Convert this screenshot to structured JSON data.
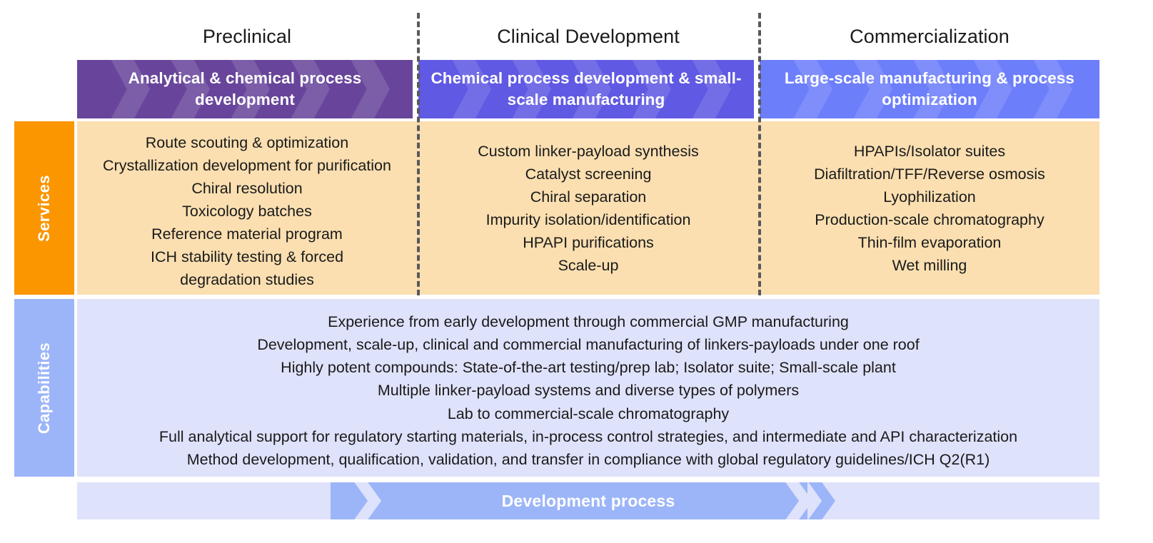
{
  "phases": [
    {
      "label": "Preclinical"
    },
    {
      "label": "Clinical Development"
    },
    {
      "label": "Commercialization"
    }
  ],
  "banners": [
    {
      "text": "Analytical & chemical process development",
      "color": "#68459b"
    },
    {
      "text": "Chemical process development & small-scale manufacturing",
      "color": "#6059e3"
    },
    {
      "text": "Large-scale manufacturing & process optimization",
      "color": "#6d7efb"
    }
  ],
  "rows": [
    {
      "label": "Services",
      "tab_color": "#fb9500",
      "band_color": "#fbdfb1"
    },
    {
      "label": "Capabilities",
      "tab_color": "#9cb5f9",
      "band_color": "#dfe2fb"
    }
  ],
  "services": {
    "preclinical": [
      "Route scouting & optimization",
      "Crystallization development for purification",
      "Chiral resolution",
      "Toxicology batches",
      "Reference material program",
      "ICH stability testing & forced degradation studies"
    ],
    "clinical": [
      "Custom linker-payload synthesis",
      "Catalyst screening",
      "Chiral separation",
      "Impurity isolation/identification",
      "HPAPI purifications",
      "Scale-up"
    ],
    "commercialization": [
      "HPAPIs/Isolator suites",
      "Diafiltration/TFF/Reverse osmosis",
      "Lyophilization",
      "Production-scale chromatography",
      "Thin-film evaporation",
      "Wet milling"
    ]
  },
  "capabilities": [
    "Experience from early development through commercial GMP manufacturing",
    "Development, scale-up, clinical and commercial manufacturing of linkers-payloads under one roof",
    "Highly potent compounds: State-of-the-art testing/prep lab; Isolator suite; Small-scale plant",
    "Multiple linker-payload systems and diverse types of polymers",
    "Lab to commercial-scale chromatography",
    "Full analytical support for regulatory starting materials, in-process control strategies, and intermediate and API characterization",
    "Method development, qualification, validation, and transfer in compliance with global regulatory guidelines/ICH Q2(R1)"
  ],
  "process_bar": {
    "label": "Development process",
    "track_color": "#dfe2fb",
    "fill_color": "#9cb5f9"
  }
}
